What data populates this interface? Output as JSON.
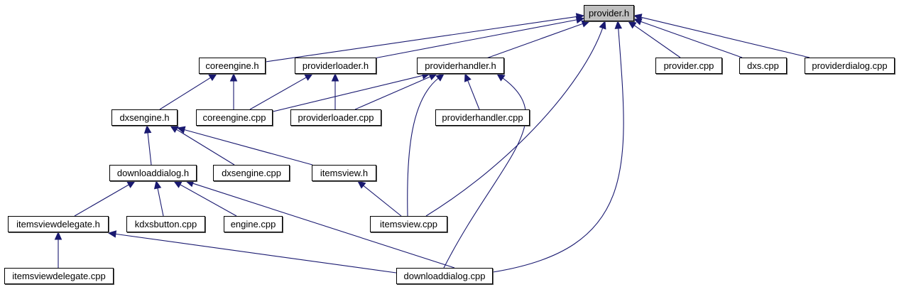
{
  "title": "provider.h include dependency graph",
  "colors": {
    "edge": "#191970",
    "root_fill": "#bfbfbf",
    "node_fill": "#ffffff",
    "node_border": "#000000"
  },
  "nodes": [
    {
      "id": "provider_h",
      "label": "provider.h",
      "root": true
    },
    {
      "id": "coreengine_h",
      "label": "coreengine.h"
    },
    {
      "id": "providerloader_h",
      "label": "providerloader.h"
    },
    {
      "id": "providerhandler_h",
      "label": "providerhandler.h"
    },
    {
      "id": "provider_cpp",
      "label": "provider.cpp"
    },
    {
      "id": "dxs_cpp",
      "label": "dxs.cpp"
    },
    {
      "id": "providerdialog_cpp",
      "label": "providerdialog.cpp"
    },
    {
      "id": "dxsengine_h",
      "label": "dxsengine.h"
    },
    {
      "id": "coreengine_cpp",
      "label": "coreengine.cpp"
    },
    {
      "id": "providerloader_cpp",
      "label": "providerloader.cpp"
    },
    {
      "id": "providerhandler_cpp",
      "label": "providerhandler.cpp"
    },
    {
      "id": "downloaddialog_h",
      "label": "downloaddialog.h"
    },
    {
      "id": "dxsengine_cpp",
      "label": "dxsengine.cpp"
    },
    {
      "id": "itemsview_h",
      "label": "itemsview.h"
    },
    {
      "id": "itemsviewdelegate_h",
      "label": "itemsviewdelegate.h"
    },
    {
      "id": "kdxsbutton_cpp",
      "label": "kdxsbutton.cpp"
    },
    {
      "id": "engine_cpp",
      "label": "engine.cpp"
    },
    {
      "id": "itemsview_cpp",
      "label": "itemsview.cpp"
    },
    {
      "id": "itemsviewdelegate_cpp",
      "label": "itemsviewdelegate.cpp"
    },
    {
      "id": "downloaddialog_cpp",
      "label": "downloaddialog.cpp"
    }
  ],
  "edges": [
    {
      "from": "coreengine_h",
      "to": "provider_h"
    },
    {
      "from": "providerloader_h",
      "to": "provider_h"
    },
    {
      "from": "providerhandler_h",
      "to": "provider_h"
    },
    {
      "from": "itemsview_cpp",
      "to": "provider_h"
    },
    {
      "from": "downloaddialog_cpp",
      "to": "provider_h"
    },
    {
      "from": "provider_cpp",
      "to": "provider_h"
    },
    {
      "from": "dxs_cpp",
      "to": "provider_h"
    },
    {
      "from": "providerdialog_cpp",
      "to": "provider_h"
    },
    {
      "from": "dxsengine_h",
      "to": "coreengine_h"
    },
    {
      "from": "coreengine_cpp",
      "to": "coreengine_h"
    },
    {
      "from": "coreengine_cpp",
      "to": "providerloader_h"
    },
    {
      "from": "providerloader_cpp",
      "to": "providerloader_h"
    },
    {
      "from": "coreengine_cpp",
      "to": "providerhandler_h"
    },
    {
      "from": "providerloader_cpp",
      "to": "providerhandler_h"
    },
    {
      "from": "itemsview_cpp",
      "to": "providerhandler_h"
    },
    {
      "from": "providerhandler_cpp",
      "to": "providerhandler_h"
    },
    {
      "from": "downloaddialog_cpp",
      "to": "providerhandler_h"
    },
    {
      "from": "downloaddialog_h",
      "to": "dxsengine_h"
    },
    {
      "from": "dxsengine_cpp",
      "to": "dxsengine_h"
    },
    {
      "from": "itemsview_h",
      "to": "dxsengine_h"
    },
    {
      "from": "itemsviewdelegate_h",
      "to": "downloaddialog_h"
    },
    {
      "from": "kdxsbutton_cpp",
      "to": "downloaddialog_h"
    },
    {
      "from": "engine_cpp",
      "to": "downloaddialog_h"
    },
    {
      "from": "downloaddialog_cpp",
      "to": "downloaddialog_h"
    },
    {
      "from": "itemsview_cpp",
      "to": "itemsview_h"
    },
    {
      "from": "itemsviewdelegate_cpp",
      "to": "itemsviewdelegate_h"
    },
    {
      "from": "downloaddialog_cpp",
      "to": "itemsviewdelegate_h"
    }
  ]
}
